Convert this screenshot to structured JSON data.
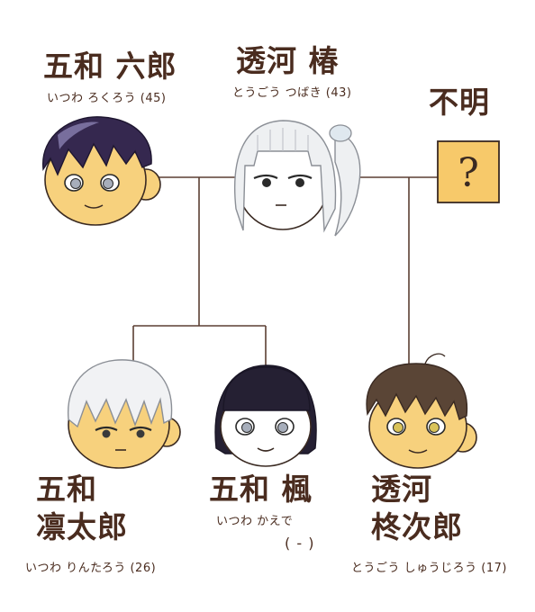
{
  "people": {
    "rokuro": {
      "name": "五和 六郎",
      "reading": "いつわ ろくろう (45)",
      "hair_color": "#35284f",
      "eye_color": "#a7aebb",
      "skin_color": "#f7d17d"
    },
    "tsubaki": {
      "name": "透河 椿",
      "reading": "とうごう つばき (43)",
      "hair_color": "#eef0f2",
      "eye_color": "#2a2a2a",
      "skin_color": "#ffffff"
    },
    "unknown": {
      "name": "不明",
      "symbol": "?",
      "box_color": "#f7c96a"
    },
    "rintaro": {
      "name_line1": "五和",
      "name_line2": "凛太郎",
      "reading": "いつわ りんたろう (26)",
      "hair_color": "#f1f2f4",
      "eye_color": "#3a3a3a",
      "skin_color": "#f7d17d"
    },
    "kaede": {
      "name": "五和 楓",
      "reading": "いつわ かえで",
      "age": "( - )",
      "hair_color": "#252033",
      "eye_color": "#a7aebb",
      "skin_color": "#ffffff"
    },
    "shojiro": {
      "name_line1": "透河",
      "name_line2": "柊次郎",
      "reading": "とうごう しゅうじろう (17)",
      "hair_color": "#5a4536",
      "eye_color": "#d9c35a",
      "skin_color": "#f7d17d"
    }
  },
  "line_color": "#5b3f33"
}
